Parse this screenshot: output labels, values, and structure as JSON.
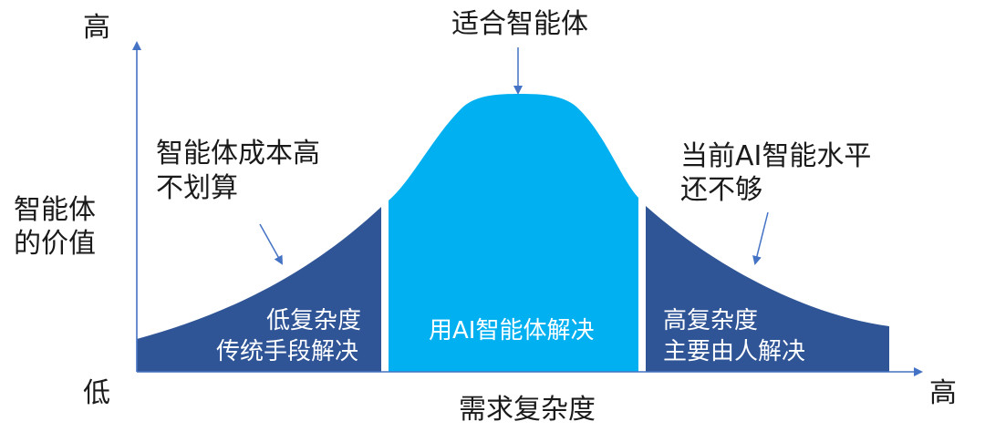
{
  "axes": {
    "y_high": "高",
    "y_low": "低",
    "x_high": "高",
    "y_title_line1": "智能体",
    "y_title_line2": "的价值",
    "x_title": "需求复杂度"
  },
  "regions": {
    "top_label": "适合智能体",
    "left_note_line1": "智能体成本高",
    "left_note_line2": "不划算",
    "right_note_line1": "当前AI智能水平",
    "right_note_line2": "还不够",
    "left_inner_line1": "低复杂度",
    "left_inner_line2": "传统手段解决",
    "center_inner": "用AI智能体解决",
    "right_inner_line1": "高复杂度",
    "right_inner_line2": "主要由人解决"
  },
  "colors": {
    "dark_blue": "#2f5597",
    "bright_blue": "#00b0f0",
    "axis": "#4472c4"
  }
}
